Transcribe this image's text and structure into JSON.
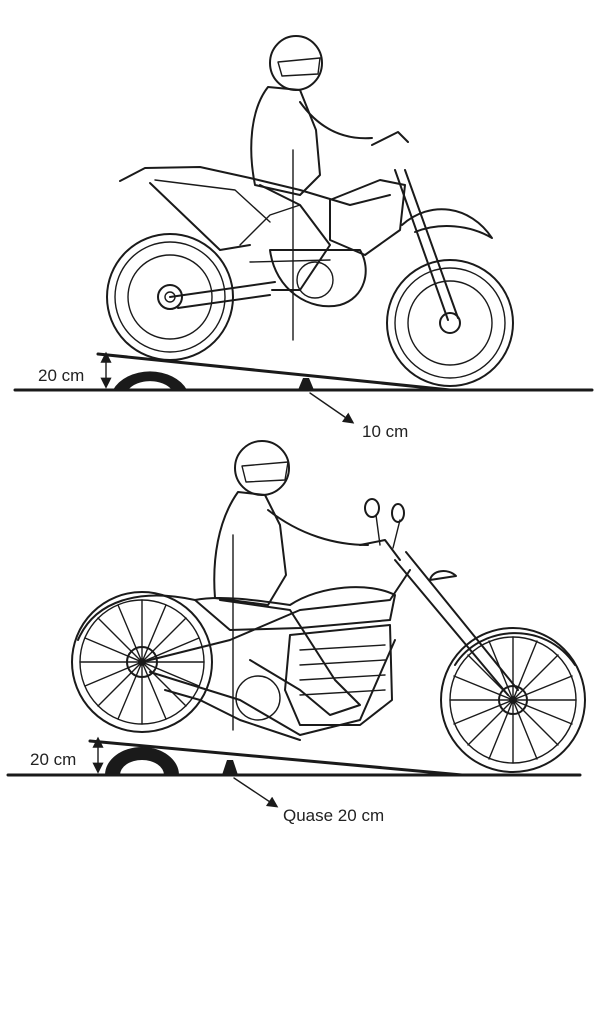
{
  "top_scene": {
    "height_label": "20 cm",
    "pivot_label": "10 cm"
  },
  "bottom_scene": {
    "height_label": "20 cm",
    "pivot_label": "Quase 20 cm"
  },
  "colors": {
    "line": "#1a1a1a",
    "background": "#ffffff"
  }
}
